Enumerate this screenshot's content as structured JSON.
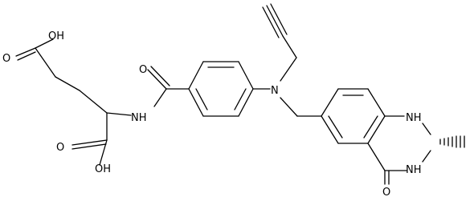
{
  "structure": {
    "atom_labels": {
      "oh_top": "OH",
      "o_carbonyl_left": "O",
      "o_amide": "O",
      "nh_amide": "NH",
      "n_tertiary": "N",
      "o_acid_lower": "O",
      "oh_lower": "OH",
      "nh_ring_1": "NH",
      "nh_ring_3": "NH",
      "o_lactam": "O"
    }
  }
}
